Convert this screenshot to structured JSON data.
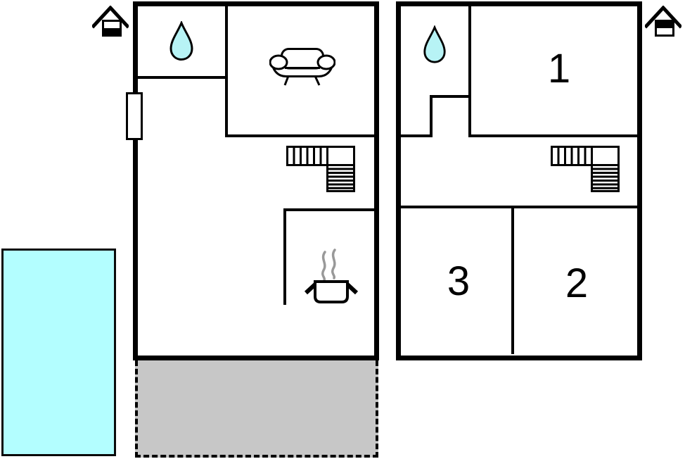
{
  "colors": {
    "wall": "#000000",
    "background": "#ffffff",
    "water_drop": "#b7f3f5",
    "pool_water": "#b3feff",
    "terrace": "#c7c7c7",
    "steam": "#999999"
  },
  "ground_floor": {
    "features": {
      "bathroom_icon": "water-drop-icon",
      "living_room_icon": "sofa-icon",
      "kitchen_icon": "cooking-pot-icon",
      "stairs_icon": "staircase-icon",
      "window": "window-marker",
      "level_marker": "house-level-ground-icon"
    }
  },
  "upper_floor": {
    "rooms": [
      {
        "label": "1"
      },
      {
        "label": "2"
      },
      {
        "label": "3"
      }
    ],
    "features": {
      "bathroom_icon": "water-drop-icon",
      "stairs_icon": "staircase-icon",
      "level_marker": "house-level-upper-icon"
    }
  },
  "outdoor": {
    "pool": "swimming-pool",
    "terrace": "terrace-patio"
  }
}
